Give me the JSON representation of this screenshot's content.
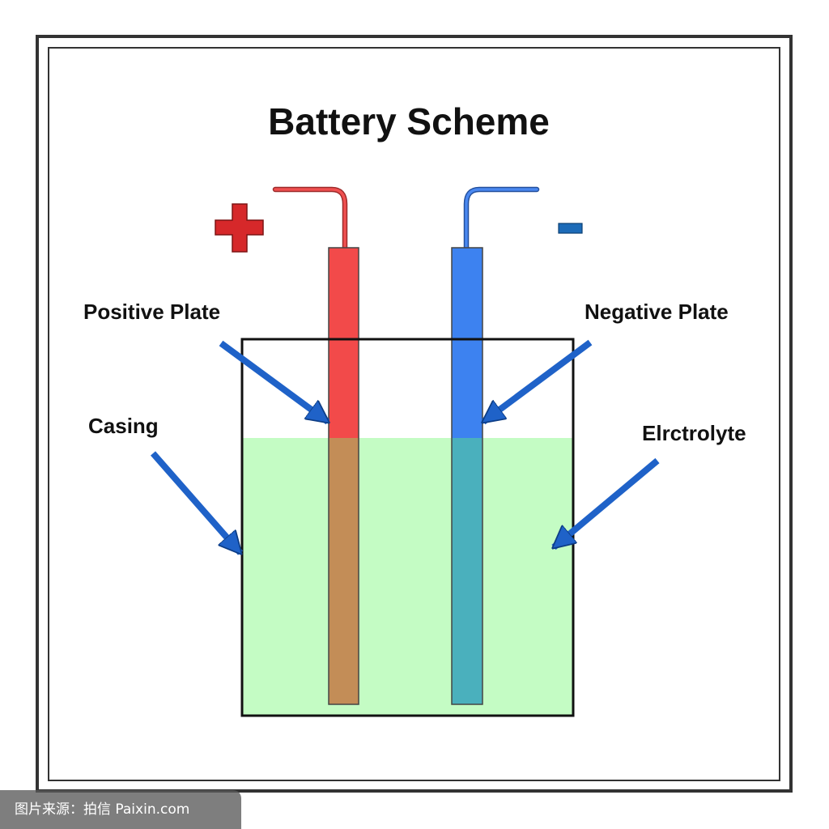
{
  "title": "Battery Scheme",
  "labels": {
    "positive_plate": "Positive Plate",
    "negative_plate": "Negative Plate",
    "casing": "Casing",
    "electrolyte": "Elrctrolyte"
  },
  "symbols": {
    "positive": "+",
    "negative": "-"
  },
  "watermark": "图片来源：拍信 Paixin.com",
  "colors": {
    "positive": "#f24a4a",
    "positive_submerged": "#c38d57",
    "negative": "#3d82f0",
    "negative_submerged": "#4ab0bd",
    "electrolyte": "#c4fcc4",
    "arrow": "#1f62c8",
    "plus_sign": "#d6282a",
    "minus_sign": "#1c6bb8",
    "outline": "#222222"
  }
}
